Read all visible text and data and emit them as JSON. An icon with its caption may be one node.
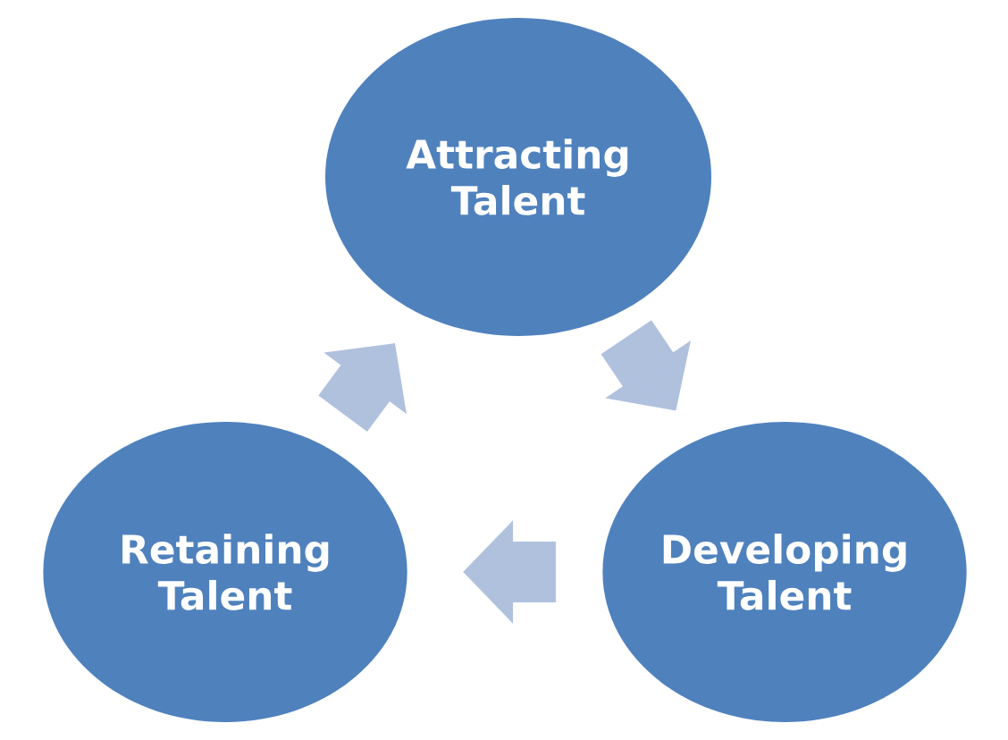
{
  "diagram": {
    "nodes": [
      {
        "text": [
          "Attracting Talent"
        ]
      },
      {
        "text": [
          "Retaining Talent"
        ]
      },
      {
        "text": [
          "Developing Talent"
        ]
      }
    ],
    "edges": [
      {
        "from": 0,
        "to": 2,
        "arrow": "to"
      },
      {
        "from": 2,
        "to": 1,
        "arrow": "to"
      },
      {
        "from": 1,
        "to": 0,
        "arrow": "to"
      }
    ]
  }
}
